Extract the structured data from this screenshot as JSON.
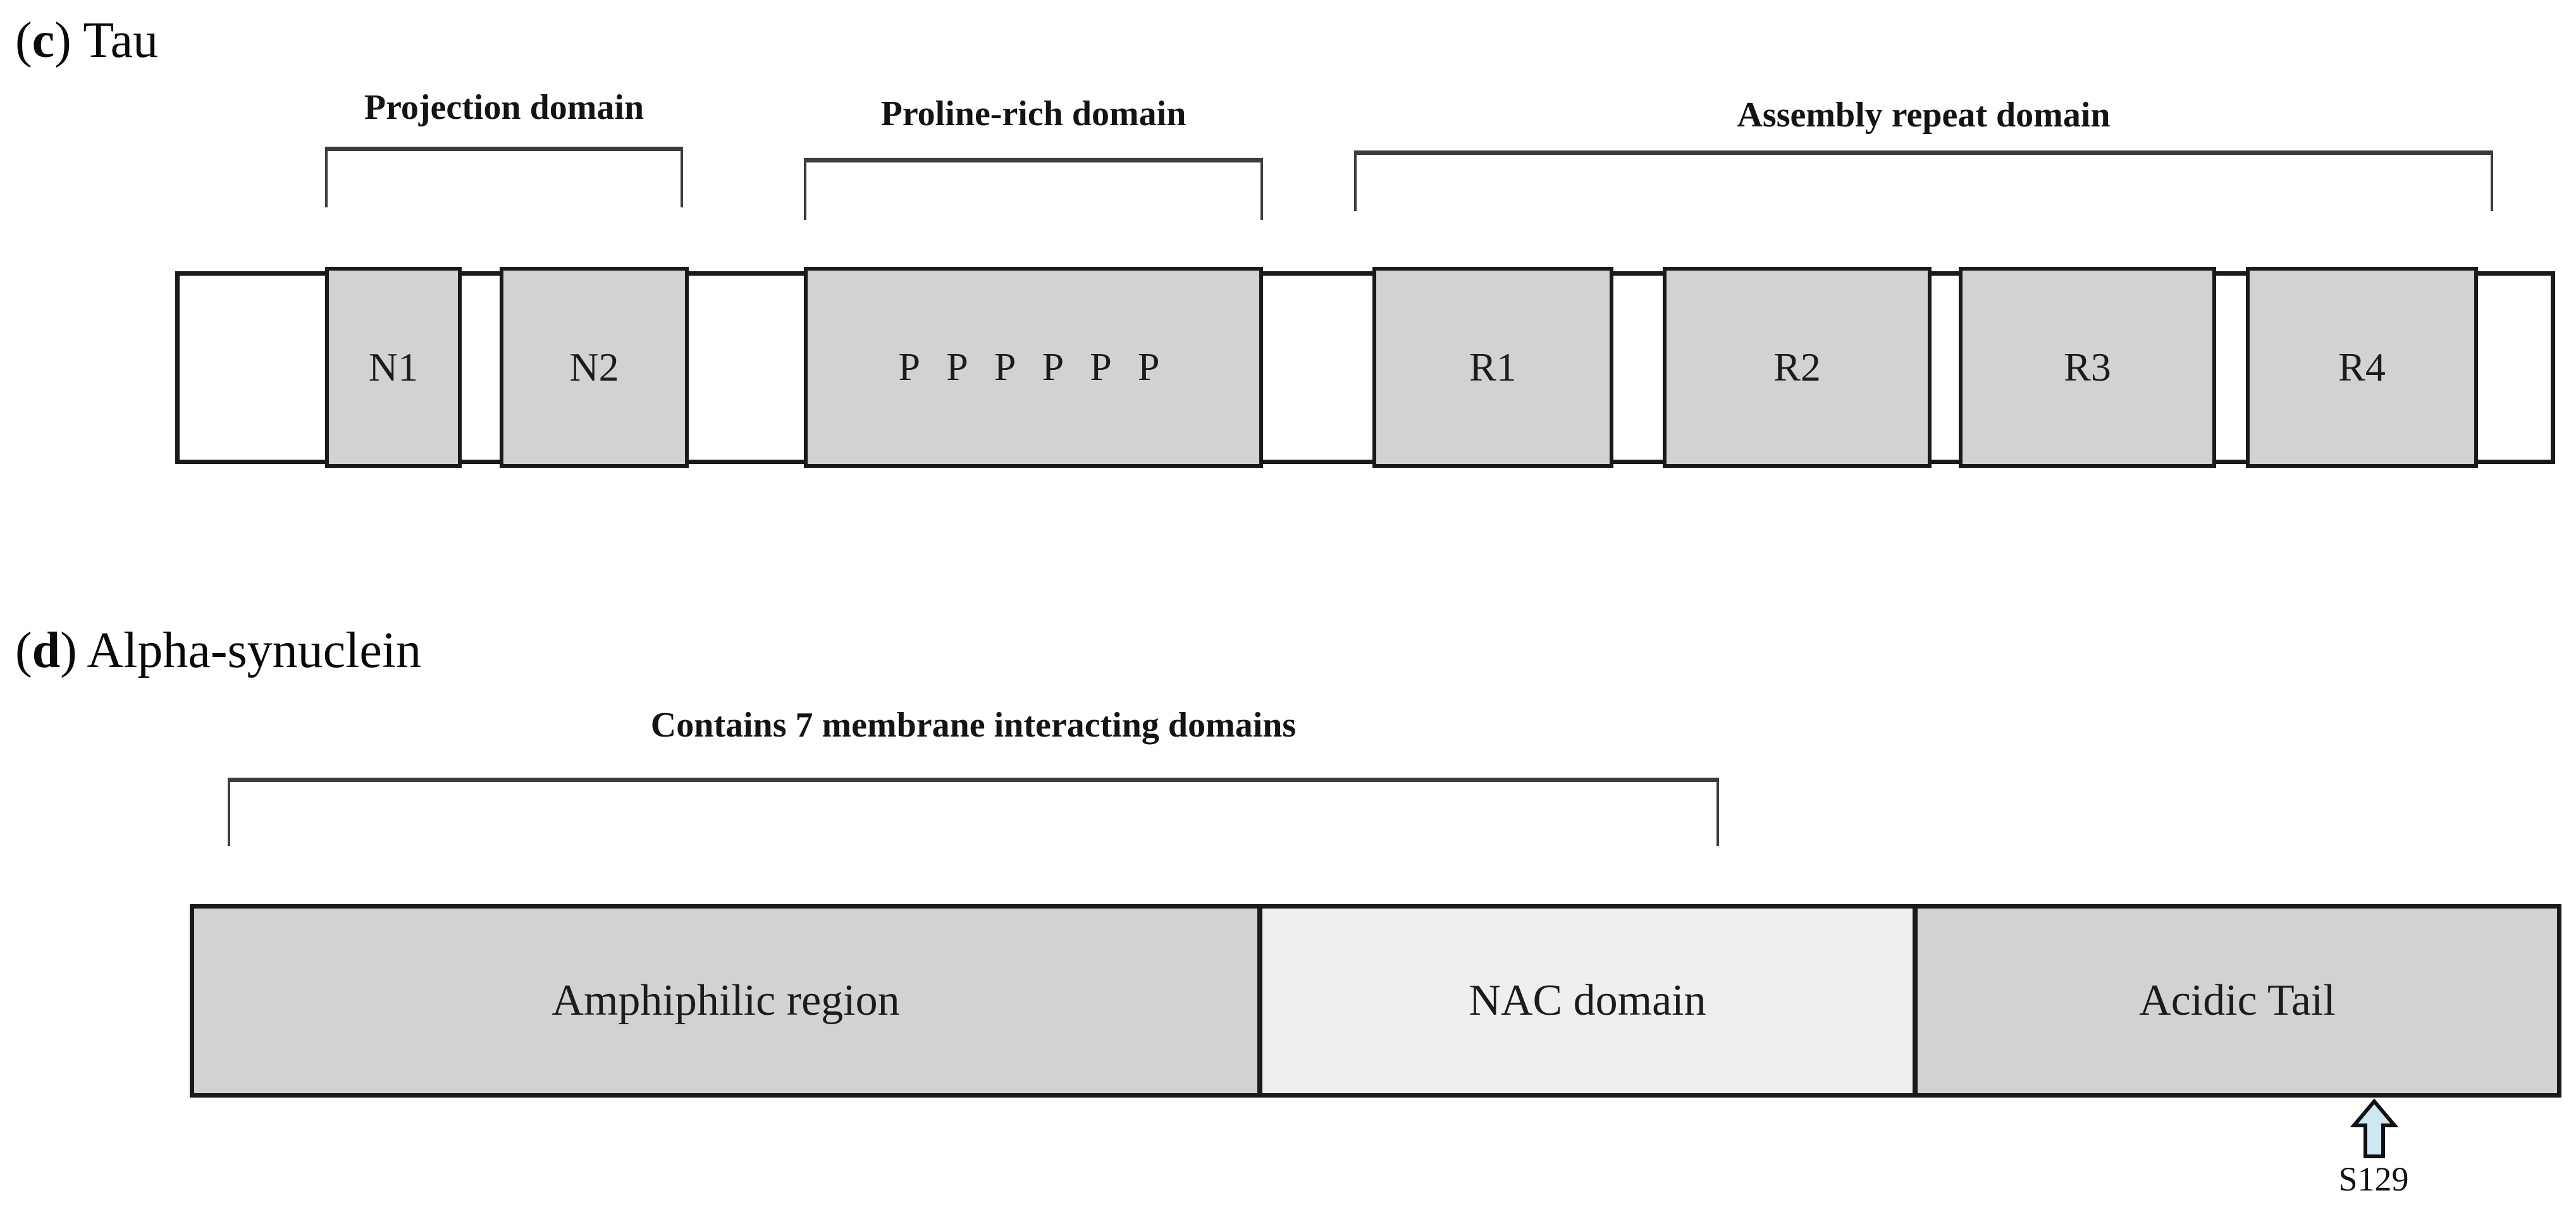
{
  "figure": {
    "panel_c": {
      "paren_open": "(",
      "letter": "c",
      "paren_close": ")",
      "title": " Tau",
      "domain_labels": [
        "Projection domain",
        "Proline-rich domain",
        "Assembly repeat domain"
      ],
      "boxes": [
        "N1",
        "N2",
        "P P P P P P",
        "R1",
        "R2",
        "R3",
        "R4"
      ]
    },
    "panel_d": {
      "paren_open": "(",
      "letter": "d",
      "paren_close": ")",
      "title": " Alpha-synuclein",
      "bracket_label": "Contains 7 membrane interacting domains",
      "segments": [
        "Amphiphilic region",
        "NAC domain",
        "Acidic Tail"
      ],
      "site_label": "S129",
      "site_icon": "up-arrow"
    },
    "colors": {
      "domain_box_fill": "#d2d2d2",
      "nac_fill": "#efefef",
      "outline": "#1a1a1a",
      "bracket_line": "#3d3d3d",
      "arrow_fill": "#cfe6f3",
      "arrow_stroke": "#111111"
    }
  }
}
